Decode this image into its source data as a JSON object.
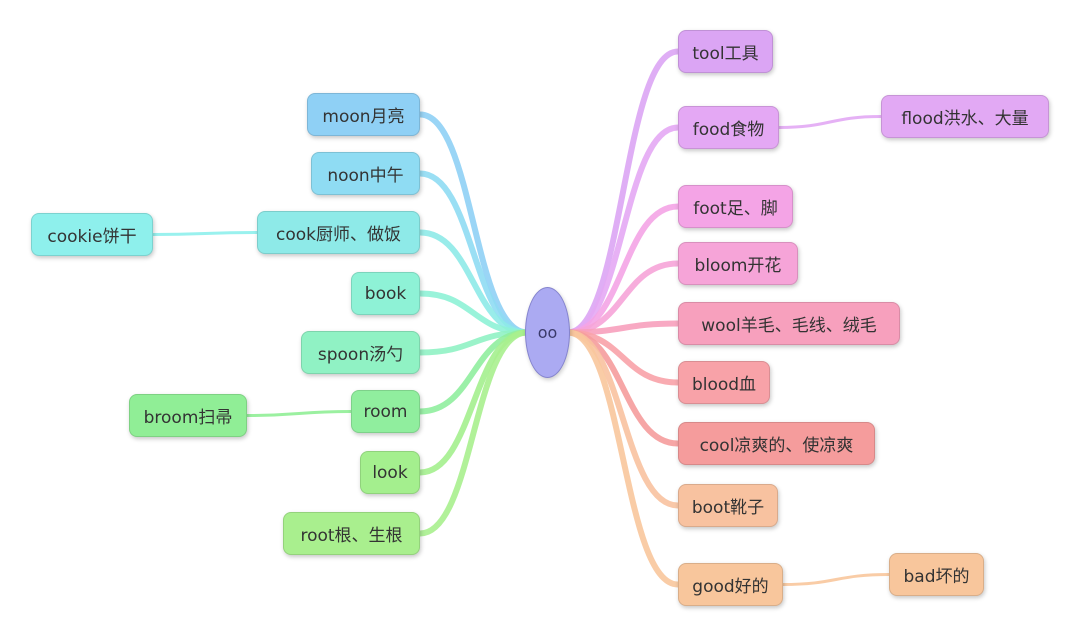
{
  "center": {
    "label": "oo",
    "color": "#abaaf2"
  },
  "left_branches": [
    {
      "label": "moon月亮",
      "color": "#8fd0f5"
    },
    {
      "label": "noon中午",
      "color": "#8fdcf3"
    },
    {
      "label": "cook厨师、做饭",
      "color": "#8eeae8",
      "child": {
        "label": "cookie饼干",
        "color": "#8ef0ec"
      }
    },
    {
      "label": "book",
      "color": "#8ef2d6"
    },
    {
      "label": "spoon汤勺",
      "color": "#90f2c4"
    },
    {
      "label": "room",
      "color": "#90ee9e",
      "child": {
        "label": "broom扫帚",
        "color": "#90ee96"
      }
    },
    {
      "label": "look",
      "color": "#a4ef8e"
    },
    {
      "label": "root根、生根",
      "color": "#a9ef8e"
    }
  ],
  "right_branches": [
    {
      "label": "tool工具",
      "color": "#dba5f4"
    },
    {
      "label": "food食物",
      "color": "#e4a8f4",
      "child": {
        "label": "flood洪水、大量",
        "color": "#e2a9f4"
      }
    },
    {
      "label": "foot足、脚",
      "color": "#f4a4e6"
    },
    {
      "label": "bloom开花",
      "color": "#f6a4d8"
    },
    {
      "label": "wool羊毛、毛线、绒毛",
      "color": "#f7a0bd"
    },
    {
      "label": "blood血",
      "color": "#f8a2a8"
    },
    {
      "label": "cool凉爽的、使凉爽",
      "color": "#f59c9c"
    },
    {
      "label": "boot靴子",
      "color": "#f8c2a0"
    },
    {
      "label": "good好的",
      "color": "#f8c69c",
      "child": {
        "label": "bad坏的",
        "color": "#f8c69c"
      }
    }
  ]
}
